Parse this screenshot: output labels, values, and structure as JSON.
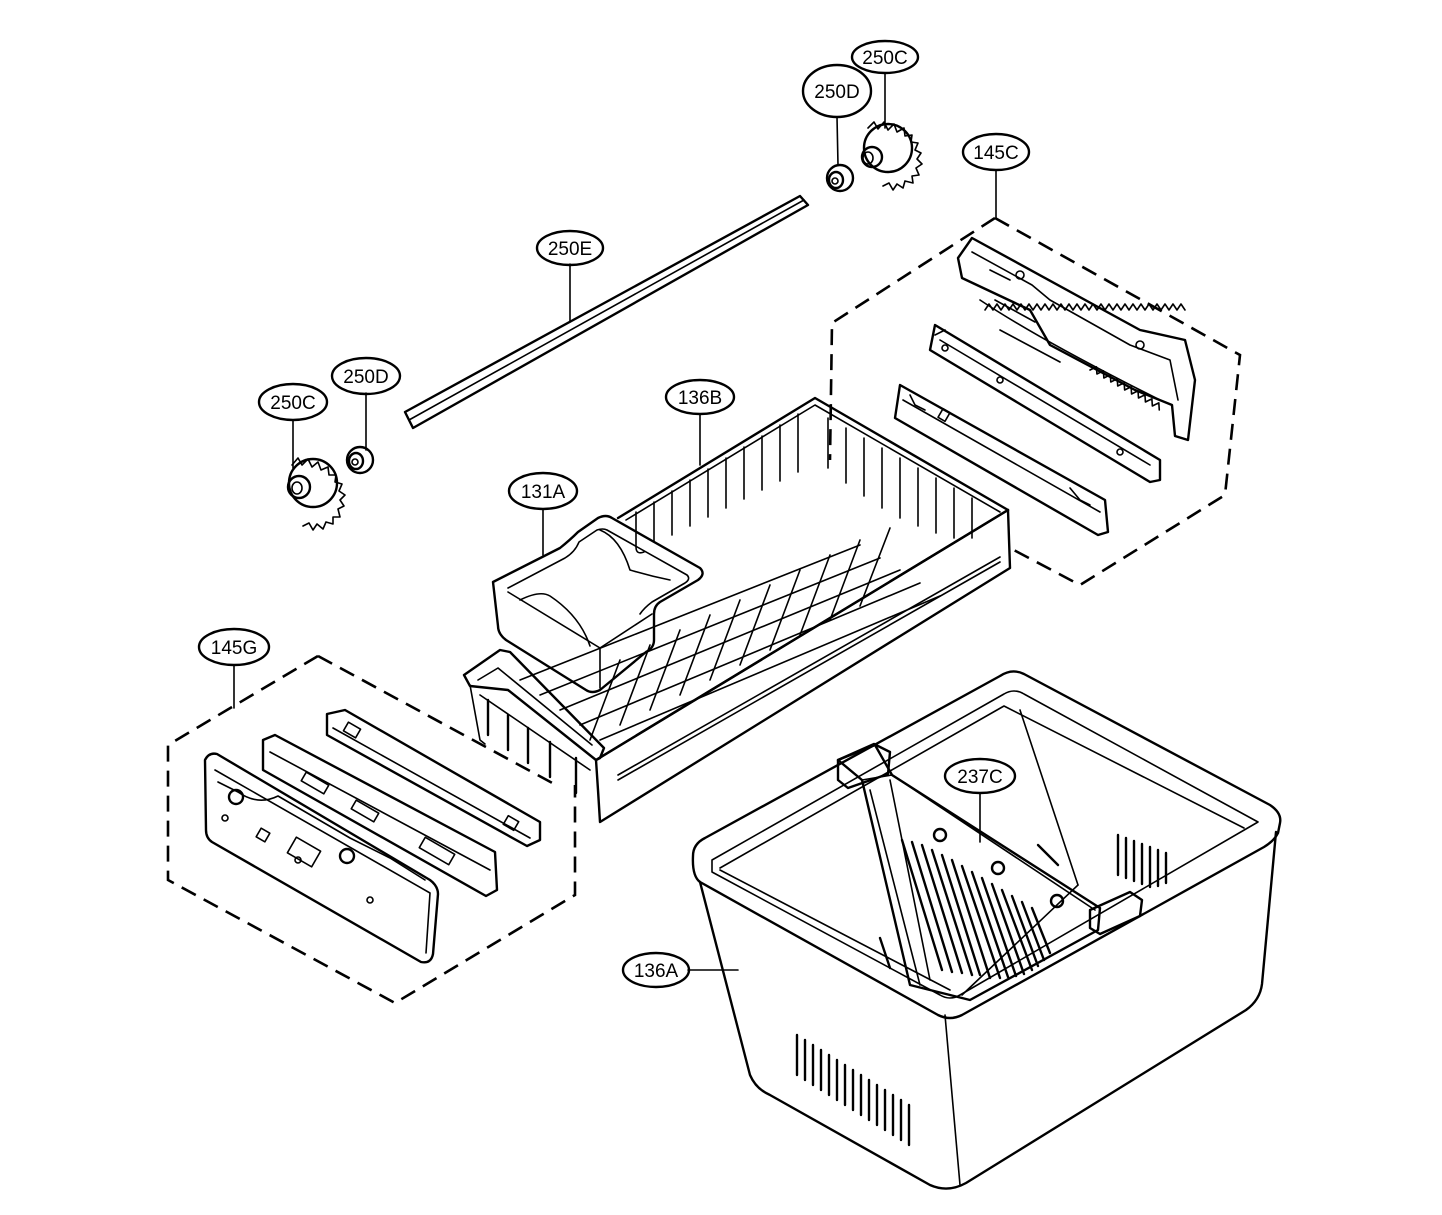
{
  "diagram": {
    "callouts": {
      "c250C_top": "250C",
      "c250D_top": "250D",
      "c145C": "145C",
      "c250E": "250E",
      "c250D_left": "250D",
      "c250C_left": "250C",
      "c136B": "136B",
      "c131A": "131A",
      "c145G": "145G",
      "c237C": "237C",
      "c136A": "136A"
    }
  }
}
